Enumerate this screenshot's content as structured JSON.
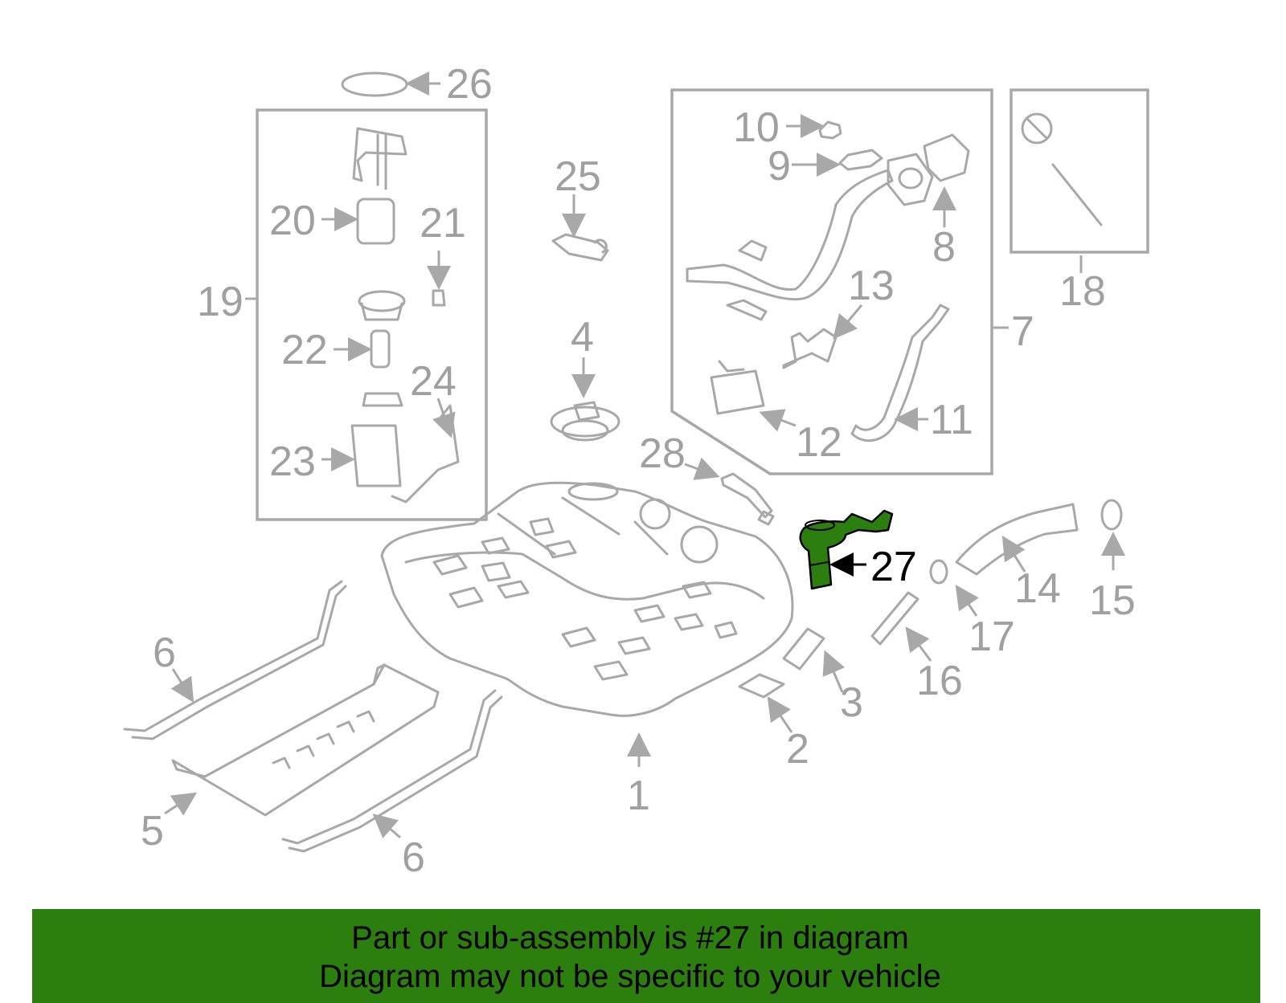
{
  "diagram": {
    "highlighted_part": "27",
    "highlight_color": "#2c7e0f",
    "callouts": [
      "1",
      "2",
      "3",
      "4",
      "5",
      "6",
      "6",
      "7",
      "8",
      "9",
      "10",
      "11",
      "12",
      "13",
      "14",
      "15",
      "16",
      "17",
      "18",
      "19",
      "20",
      "21",
      "22",
      "23",
      "24",
      "25",
      "26",
      "27",
      "28"
    ]
  },
  "footer": {
    "line1": "Part or sub-assembly is #27 in diagram",
    "line2": "Diagram may not be specific to your vehicle",
    "background": "#2c7e0f"
  }
}
